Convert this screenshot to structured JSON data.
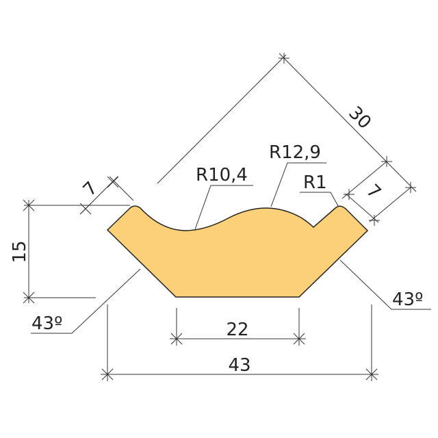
{
  "profile": {
    "fill_color": "#FCCF79",
    "outline_color": "#222222"
  },
  "dimensions": {
    "height": "15",
    "top_width_left": "7",
    "diagonal_length": "30",
    "right_width": "7",
    "bottom_width": "22",
    "overall_width": "43",
    "angle_left": "43º",
    "angle_right": "43º"
  },
  "radii": {
    "valley": "R10,4",
    "crest": "R12,9",
    "tip": "R1"
  }
}
